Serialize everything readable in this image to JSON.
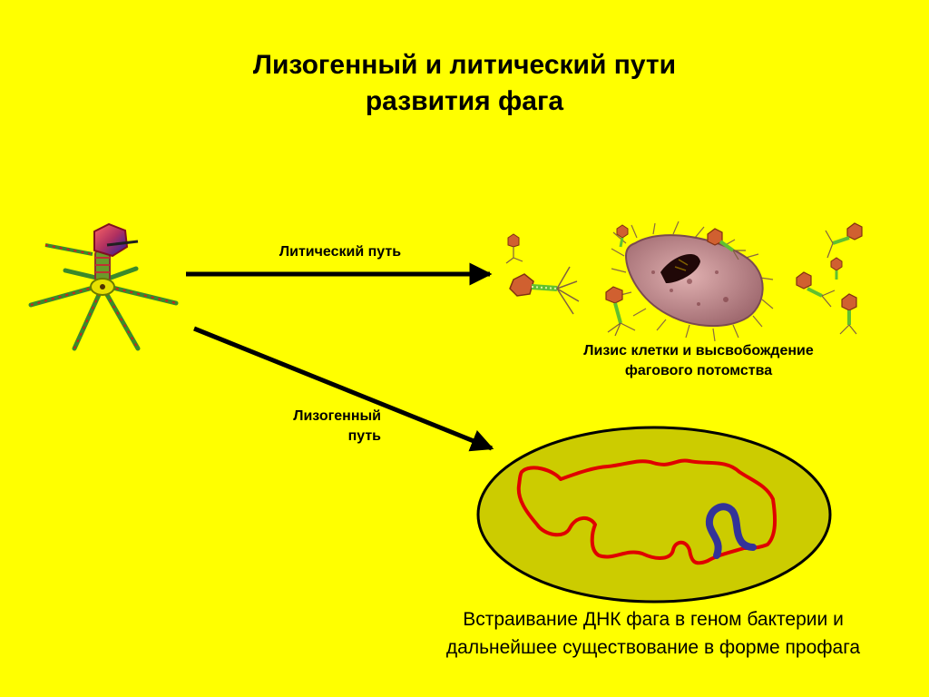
{
  "title": {
    "line1": "Лизогенный и литический пути",
    "line2": "развития фага"
  },
  "labels": {
    "lytic_path": "Литический путь",
    "lysogenic_line1": "Лизогенный",
    "lysogenic_line2": "путь",
    "lysis_line1": "Лизис клетки и высвобождение",
    "lysis_line2": "фагового потомства"
  },
  "caption": {
    "line1": "Встраивание ДНК фага в геном бактерии и",
    "line2": "дальнейшее существование в форме профага"
  },
  "colors": {
    "background": "#ffff00",
    "bacterium_fill": "#cccc00",
    "bacterial_dna": "#e00000",
    "prophage_dna": "#333399",
    "lysed_cell": "#c09090",
    "arrow": "#000000"
  },
  "icons": [
    "bacteriophage-icon",
    "lysed-cell-icon",
    "bacterium-icon"
  ]
}
